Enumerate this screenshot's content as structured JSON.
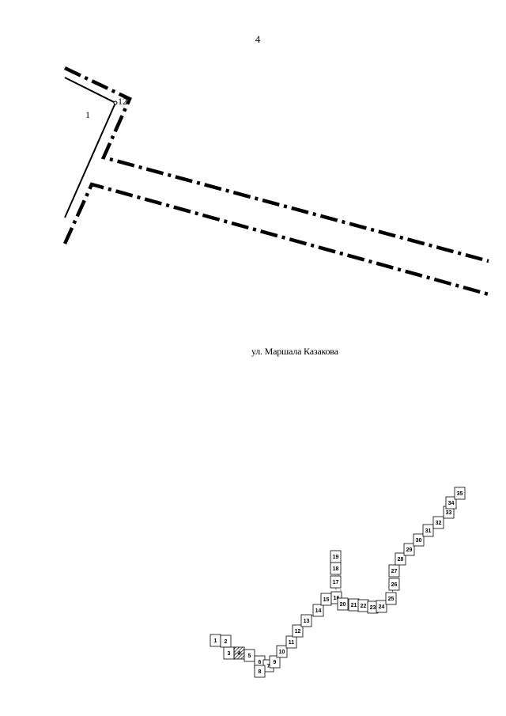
{
  "page": {
    "number": "4"
  },
  "plan": {
    "parcel_label": "1",
    "point_label": "12",
    "street_name": "ул. Маршала Казакова"
  },
  "index_map": {
    "sheet_labels": [
      "1",
      "2",
      "3",
      "4",
      "5",
      "6",
      "7",
      "8",
      "9",
      "10",
      "11",
      "12",
      "13",
      "14",
      "15",
      "16",
      "17",
      "18",
      "19",
      "20",
      "21",
      "22",
      "23",
      "24",
      "25",
      "26",
      "27",
      "28",
      "29",
      "30",
      "31",
      "32",
      "33",
      "34",
      "35"
    ],
    "highlighted_sheet": "4"
  }
}
